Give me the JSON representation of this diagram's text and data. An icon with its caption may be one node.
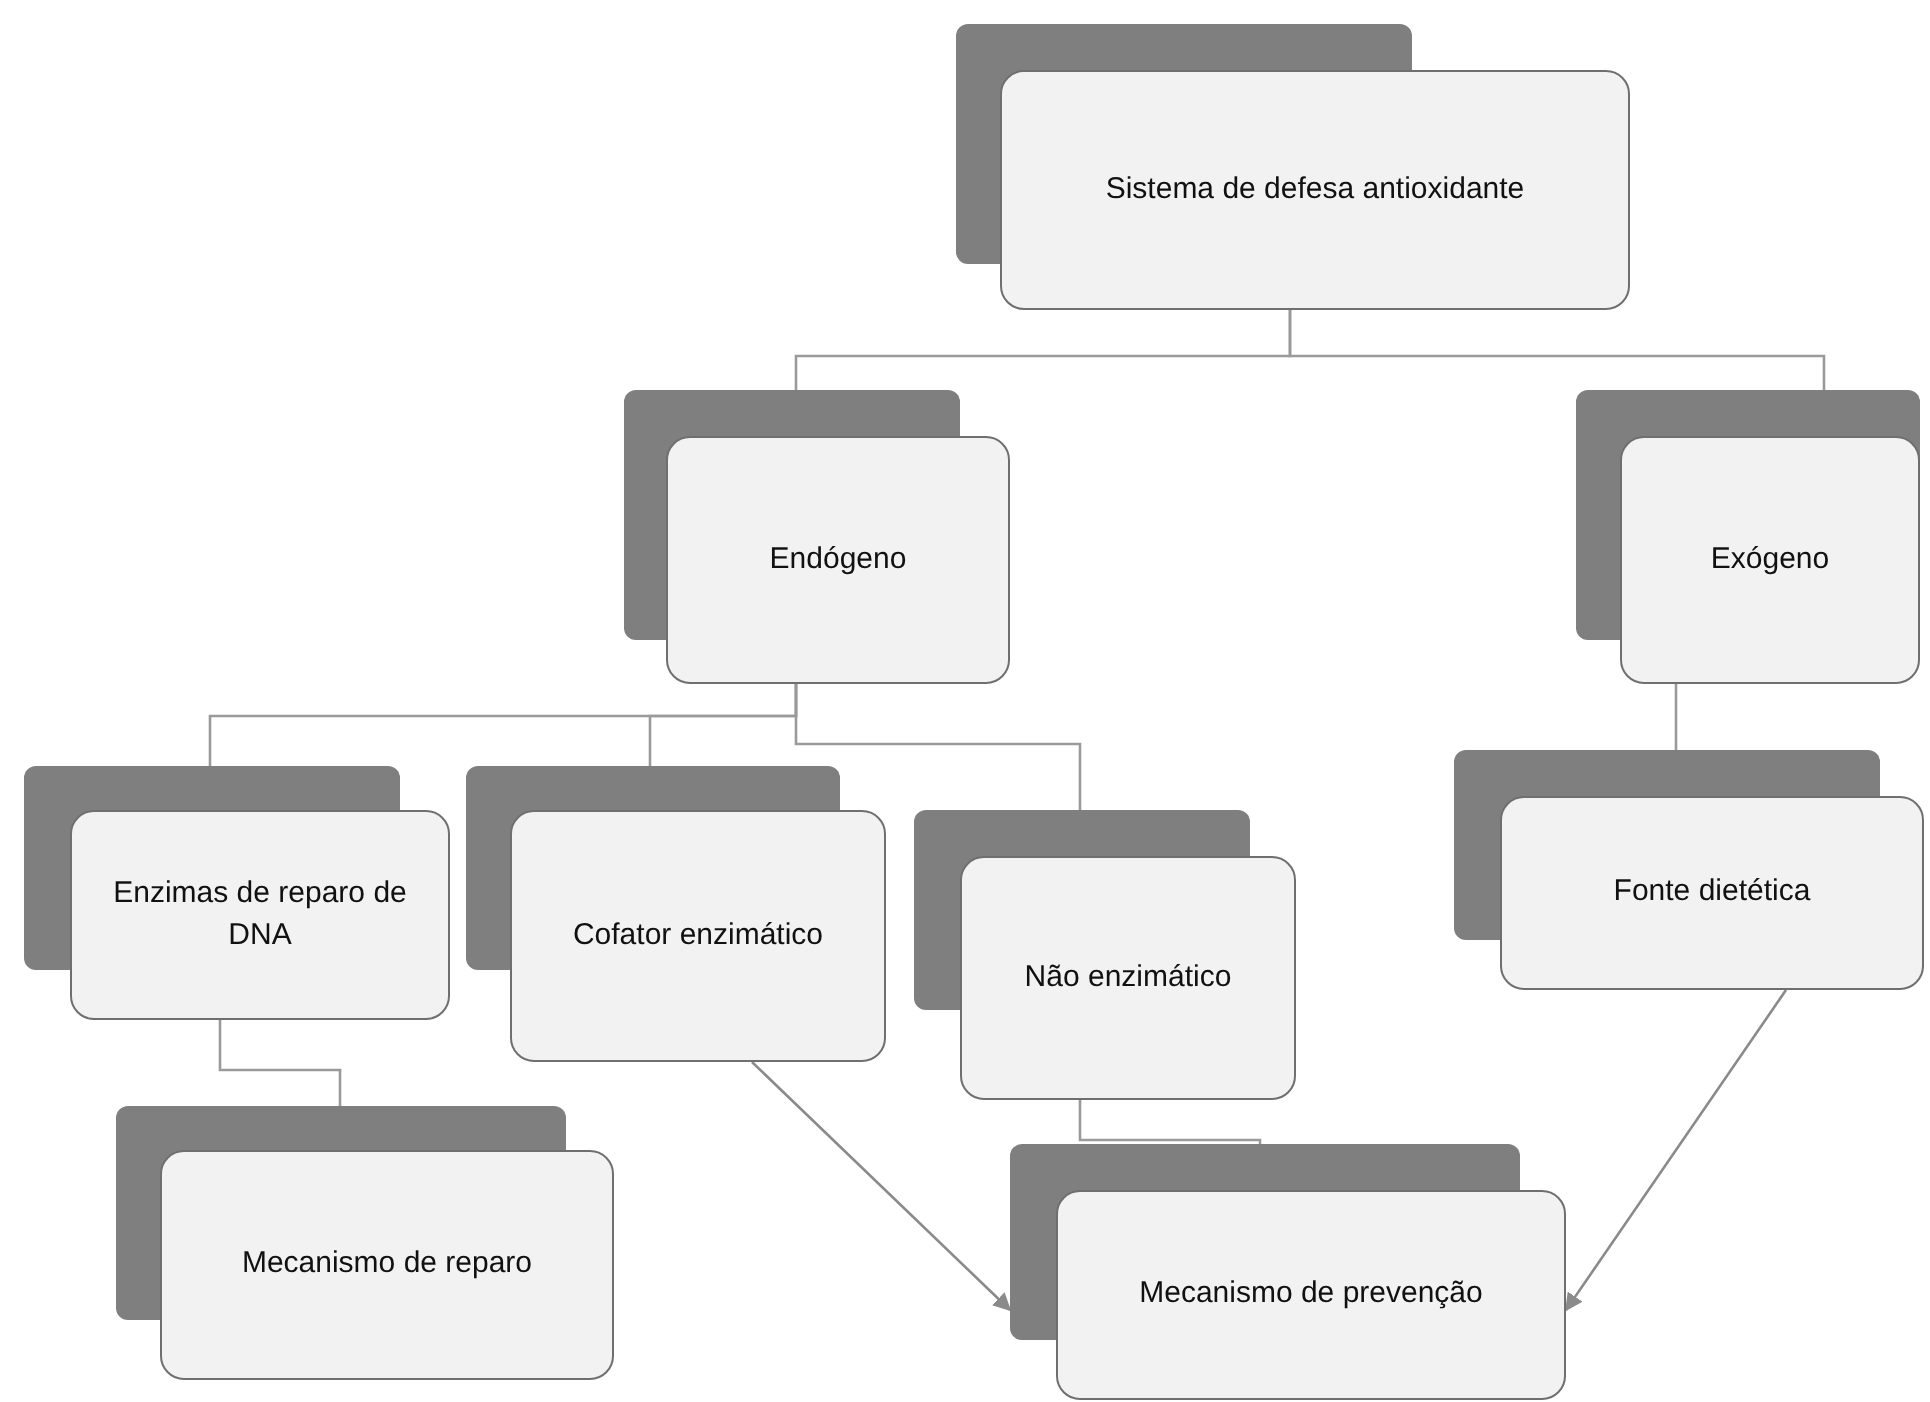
{
  "diagram": {
    "nodes": [
      {
        "text": [
          "Sistema de defesa antioxidante"
        ]
      },
      {
        "text": [
          "Endógeno"
        ]
      },
      {
        "text": [
          "Exógeno"
        ]
      },
      {
        "text": [
          "Enzimas de reparo de DNA"
        ]
      },
      {
        "text": [
          "Cofator enzimático"
        ]
      },
      {
        "text": [
          "Não enzimático"
        ]
      },
      {
        "text": [
          "Fonte dietética"
        ]
      },
      {
        "text": [
          "Mecanismo de reparo"
        ]
      },
      {
        "text": [
          "Mecanismo de prevenção"
        ]
      }
    ],
    "edges": [
      {
        "from": 0,
        "to": 1,
        "arrow": "none"
      },
      {
        "from": 0,
        "to": 2,
        "arrow": "none"
      },
      {
        "from": 1,
        "to": 3,
        "arrow": "none"
      },
      {
        "from": 1,
        "to": 4,
        "arrow": "none"
      },
      {
        "from": 1,
        "to": 5,
        "arrow": "none"
      },
      {
        "from": 2,
        "to": 6,
        "arrow": "none"
      },
      {
        "from": 3,
        "to": 7,
        "arrow": "none"
      },
      {
        "from": 5,
        "to": 8,
        "arrow": "none"
      },
      {
        "from": 4,
        "to": 8,
        "arrow": "to"
      },
      {
        "from": 6,
        "to": 8,
        "arrow": "to"
      }
    ]
  }
}
